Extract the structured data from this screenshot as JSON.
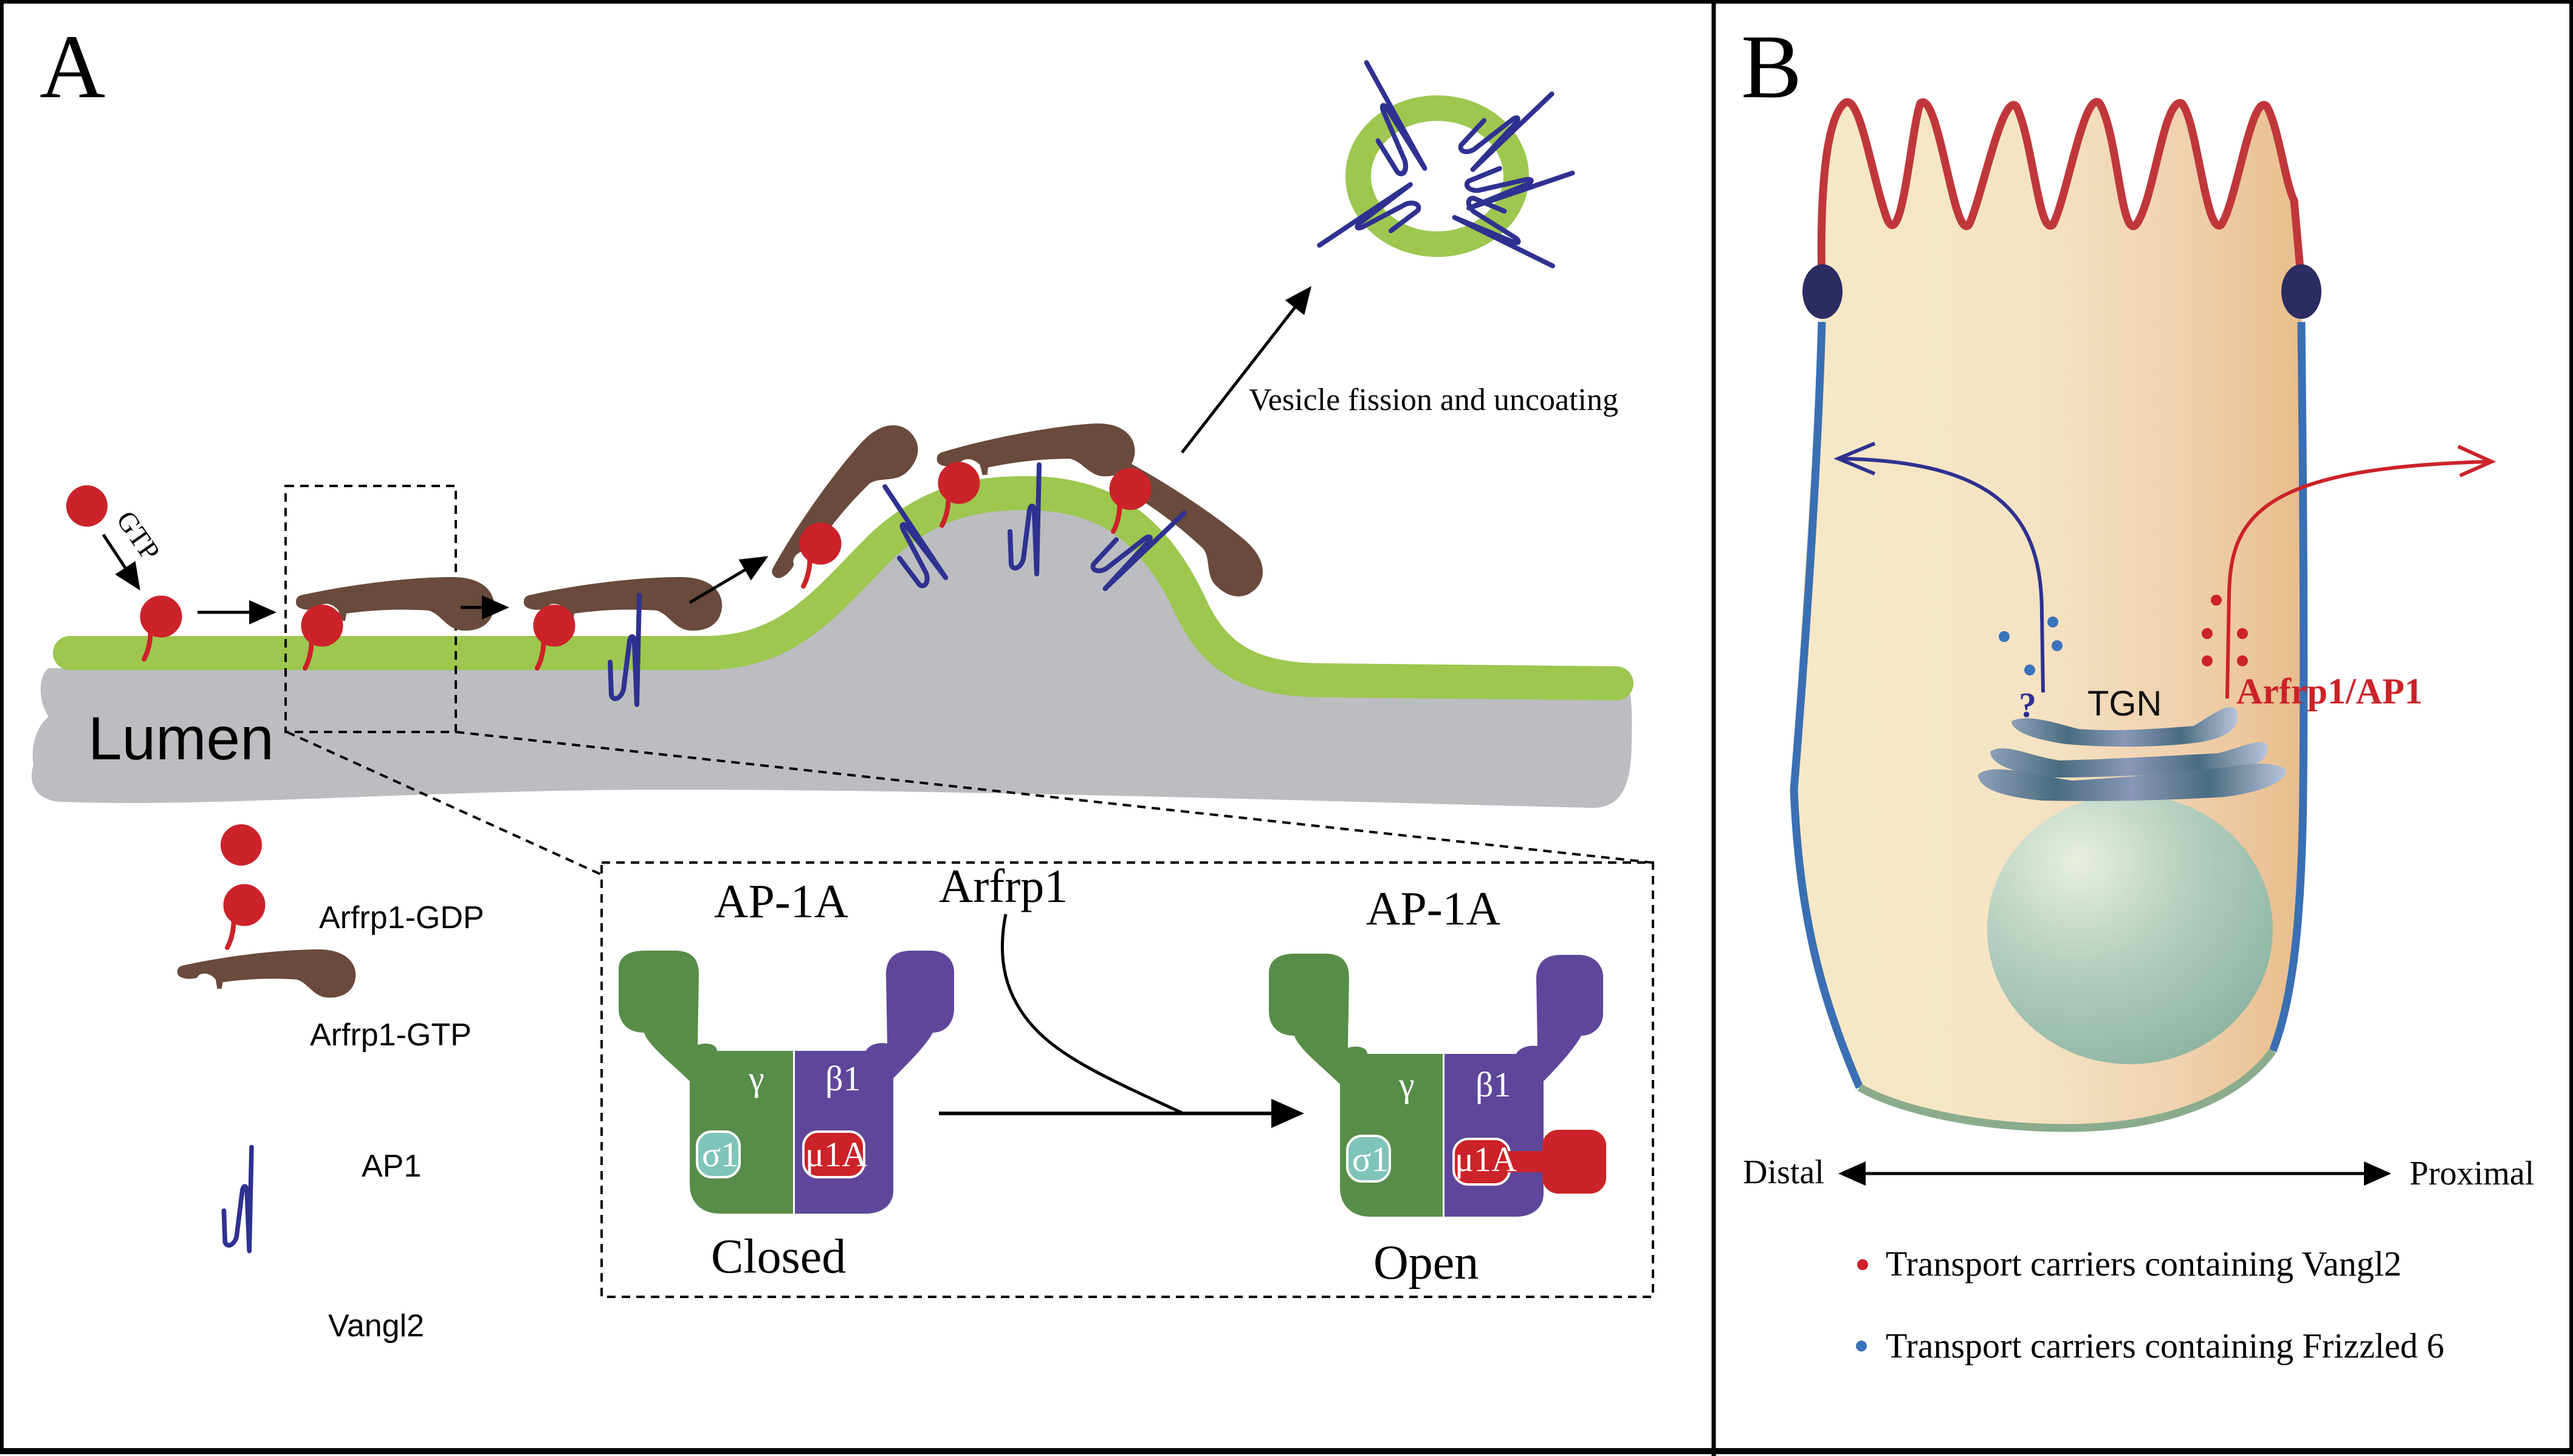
{
  "figure": {
    "panels": [
      {
        "id": "A",
        "label": "A"
      },
      {
        "id": "B",
        "label": "B"
      }
    ]
  },
  "panel_a": {
    "lumen_label": "Lumen",
    "gtp_label": "GTP",
    "fission_label": "Vesicle fission and uncoating",
    "legend": [
      {
        "label": "Arfrp1-GDP",
        "icon": "arfrp1-gdp-icon"
      },
      {
        "label": "Arfrp1-GTP",
        "icon": "arfrp1-gtp-icon"
      },
      {
        "label": "AP1",
        "icon": "ap1-icon"
      },
      {
        "label": "Vangl2",
        "icon": "vangl2-icon"
      }
    ],
    "inset": {
      "trigger_label": "Arfrp1",
      "closed": {
        "title": "AP-1A",
        "state": "Closed",
        "subunits": {
          "gamma": "γ",
          "beta": "β1",
          "sigma": "σ1",
          "mu": "μ1A"
        }
      },
      "open": {
        "title": "AP-1A",
        "state": "Open",
        "subunits": {
          "gamma": "γ",
          "beta": "β1",
          "sigma": "σ1",
          "mu": "μ1A"
        }
      }
    }
  },
  "panel_b": {
    "tgn_label": "TGN",
    "question_mark": "?",
    "pathway_label": "Arfrp1/AP1",
    "axis": {
      "left": "Distal",
      "right": "Proximal"
    },
    "legend": [
      {
        "label": "Transport carriers containing Vangl2",
        "color": "#cc2229"
      },
      {
        "label": "Transport carriers containing Frizzled 6",
        "color": "#3a74bb"
      }
    ]
  },
  "colors": {
    "arfrp1": "#cc2229",
    "ap1": "#694a3c",
    "vangl2": "#2e3190",
    "membrane": "#9dc74f",
    "lumen": "#bcbdc0",
    "gamma": "#578d48",
    "beta": "#5e479a",
    "sigma": "#7fc4b8",
    "mu": "#cc2229",
    "apical_membrane": "#c0373b",
    "lateral_membrane": "#3a6fb4",
    "basal_membrane": "#8aac8d",
    "junction": "#2b2c62"
  }
}
